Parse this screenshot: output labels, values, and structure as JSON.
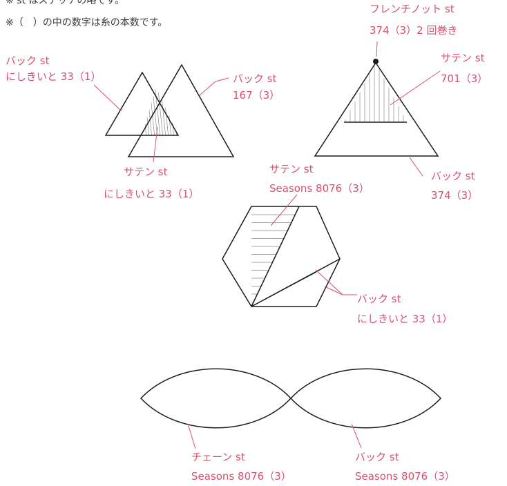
{
  "notes": {
    "line1": "※ st はステッチの略です。",
    "line2": "※（　）の中の数字は糸の本数です。"
  },
  "labels": {
    "small_triangle_back": [
      "バック st",
      "にしきいと 33（1）"
    ],
    "large_triangle_back": [
      "バック st",
      "167（3）"
    ],
    "overlap_satin": [
      "サテン st",
      "にしきいと 33（1）"
    ],
    "french_knot": [
      "フレンチノット st",
      "374（3）2 回巻き"
    ],
    "top_satin": [
      "サテン st",
      "701（3）"
    ],
    "right_triangle_back": [
      "バック st",
      "374（3）"
    ],
    "hexagon_satin": [
      "サテン st",
      "Seasons 8076（3）"
    ],
    "hexagon_back": [
      "バック st",
      "にしきいと 33（1）"
    ],
    "lens_chain": [
      "チェーン st",
      "Seasons 8076（3）"
    ],
    "lens_back": [
      "バック st",
      "Seasons 8076（3）"
    ]
  },
  "colors": {
    "label": "#d9506e",
    "note": "#3a3a3a",
    "stroke": "#1a1a1a",
    "leader": "#d9506e"
  }
}
